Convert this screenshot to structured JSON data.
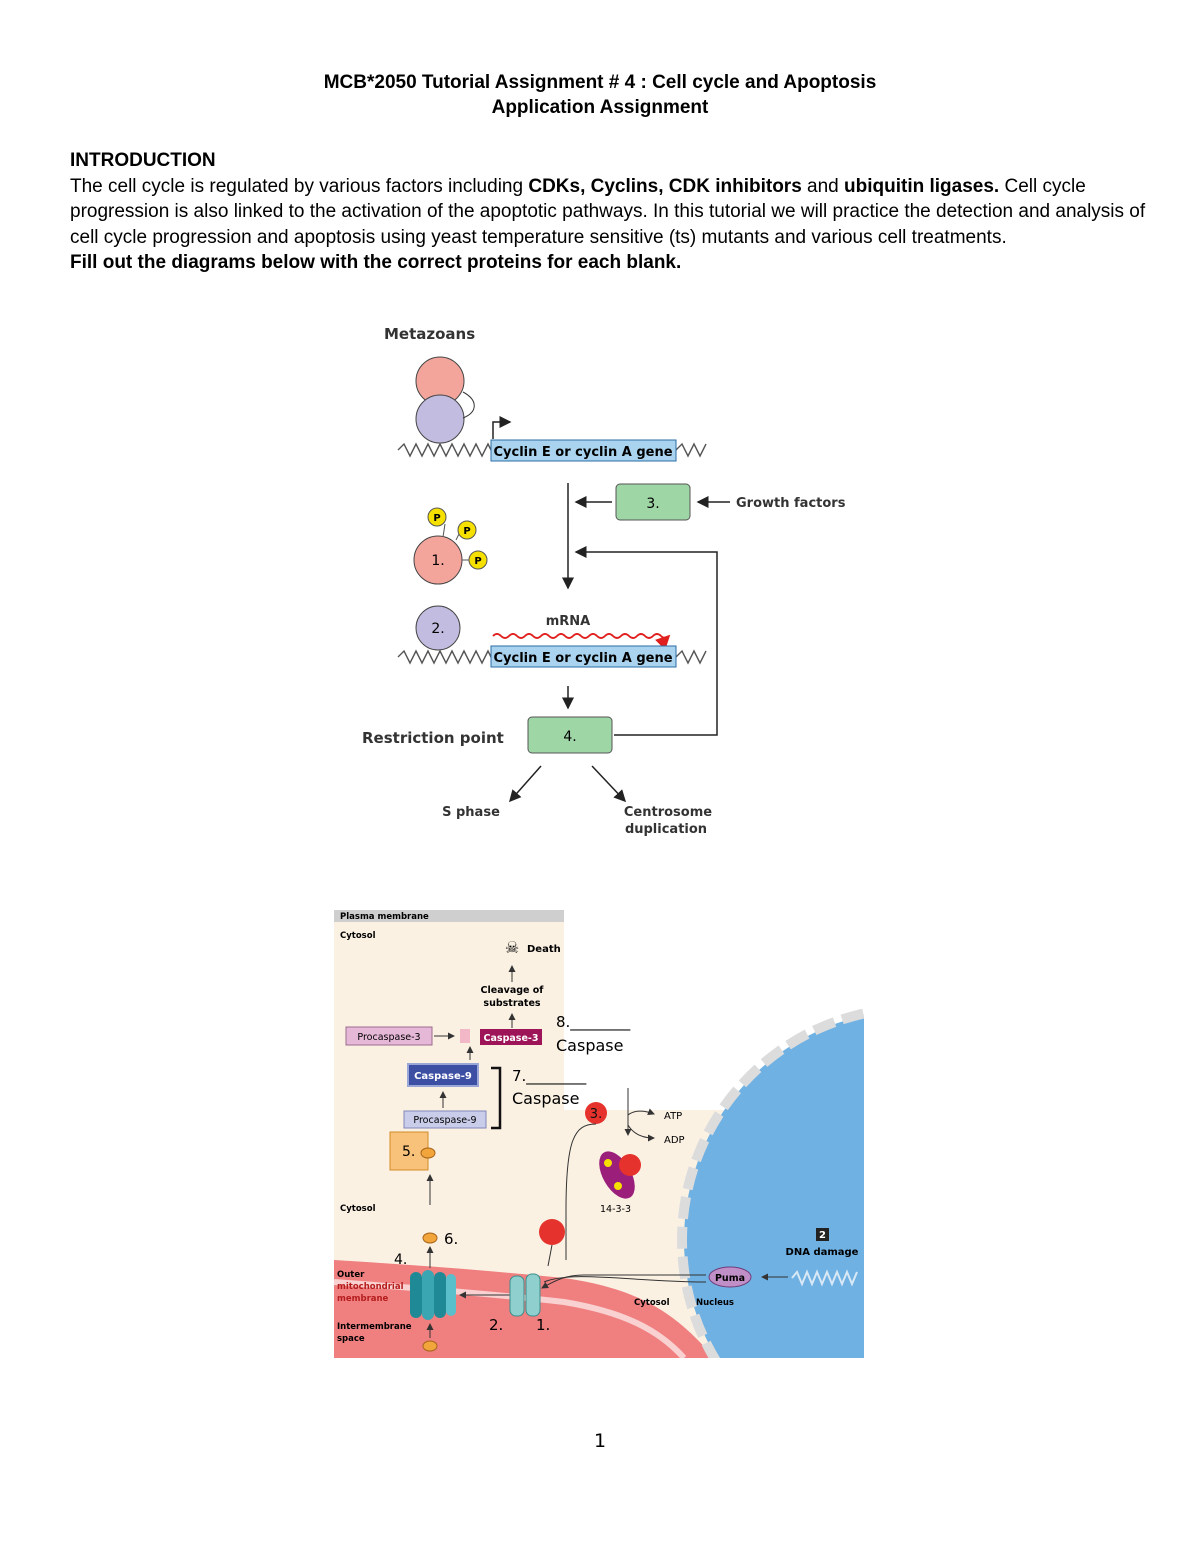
{
  "header": {
    "title": "MCB*2050 Tutorial Assignment # 4 : Cell cycle and Apoptosis",
    "subtitle": "Application Assignment"
  },
  "intro": {
    "heading": "INTRODUCTION",
    "p1_a": "The cell cycle is regulated by various factors including ",
    "p1_b1": "CDKs, Cyclins, CDK inhibitors",
    "p1_c": " and ",
    "p1_b2": "ubiquitin ligases.",
    "p1_d": " Cell cycle progression is also linked to the activation of the apoptotic pathways. In this tutorial we will practice the detection and analysis of cell cycle progression and apoptosis using yeast temperature sensitive (ts) mutants and various cell treatments.",
    "instruction": "Fill out the diagrams below with the correct proteins for each blank."
  },
  "fig1": {
    "title": "Metazoans",
    "gene1": "Cyclin E or cyclin A gene",
    "gene2": "Cyclin E or cyclin A gene",
    "box3": "3.",
    "growth": "Growth factors",
    "p": "P",
    "label1": "1.",
    "label2": "2.",
    "mrna": "mRNA",
    "box4": "4.",
    "restriction": "Restriction point",
    "sphase": "S phase",
    "centro1": "Centrosome",
    "centro2": "duplication"
  },
  "fig2": {
    "plasma": "Plasma membrane",
    "cytosol_top": "Cytosol",
    "death": "Death",
    "cleavage1": "Cleavage of",
    "cleavage2": "substrates",
    "procasp3": "Procaspase-3",
    "casp3": "Caspase-3",
    "blank8": "8.________",
    "caspase8": "Caspase",
    "casp9": "Caspase-9",
    "blank7": "7.________",
    "caspase7": "Caspase",
    "procasp9": "Procaspase-9",
    "n5": "5.",
    "n3": "3.",
    "atp": "ATP",
    "adp": "ADP",
    "p143": "14-3-3",
    "cytosol_mid": "Cytosol",
    "n6": "6.",
    "n4": "4.",
    "outer1": "Outer",
    "outer2": "mitochondrial",
    "outer3": "membrane",
    "inter1": "Intermembrane",
    "inter2": "space",
    "n2": "2.",
    "n1": "1.",
    "badge": "2",
    "dna": "DNA damage",
    "puma": "Puma",
    "cytosol_bot": "Cytosol",
    "nucleus": "Nucleus"
  },
  "footer": {
    "page": "1"
  }
}
